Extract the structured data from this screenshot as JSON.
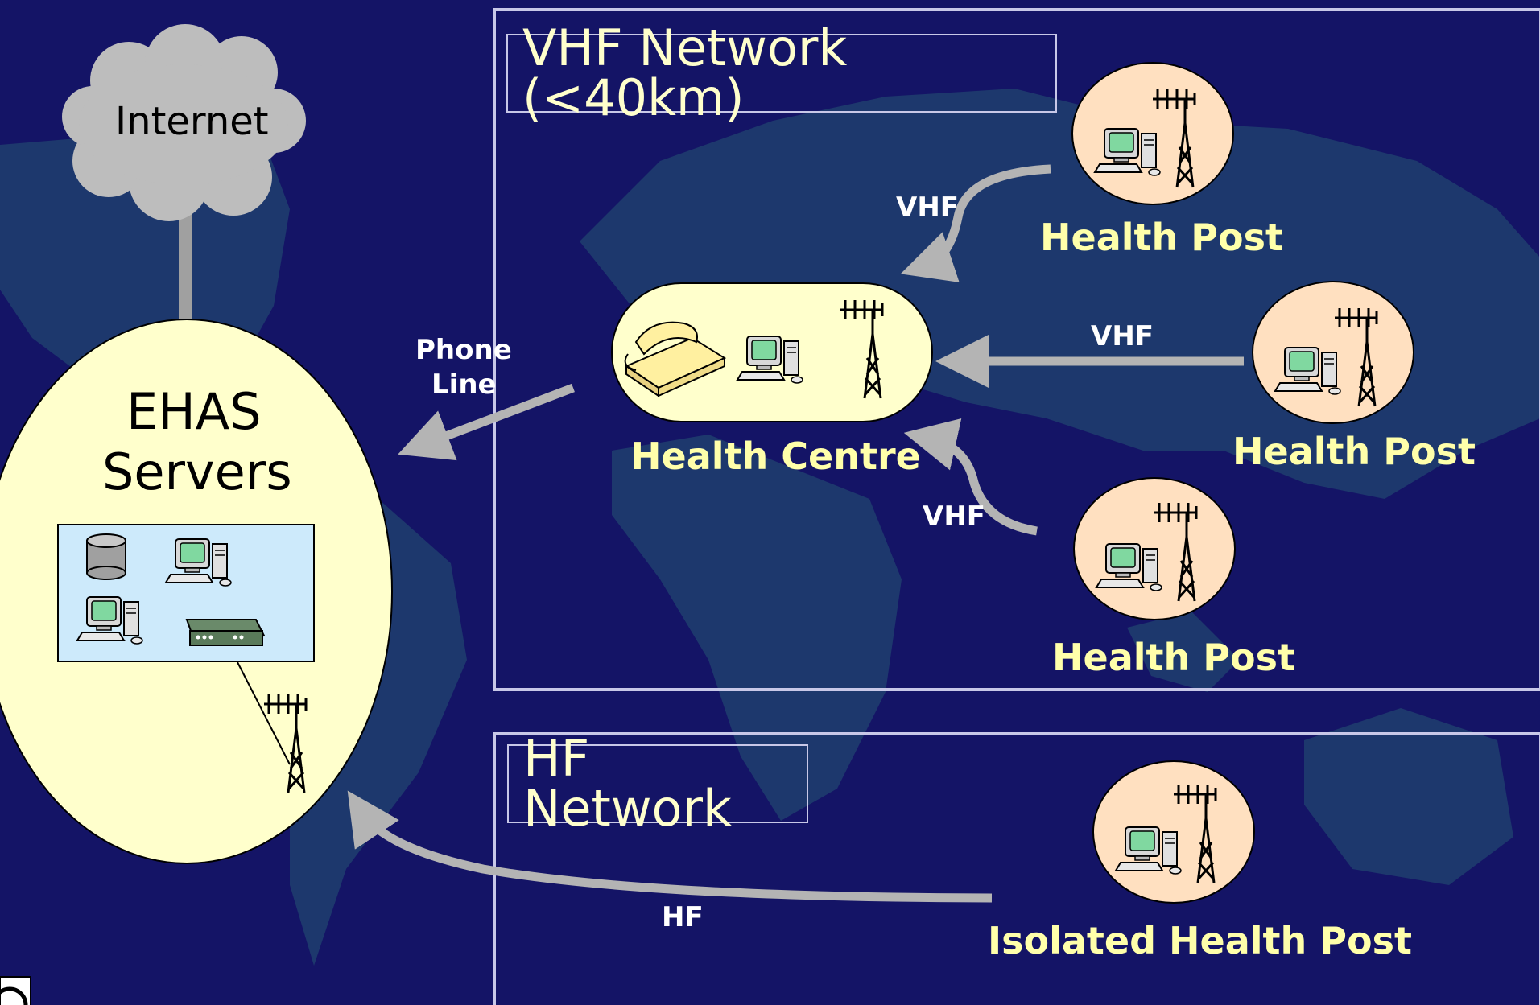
{
  "internet": {
    "label": "Internet"
  },
  "servers": {
    "label_line1": "EHAS",
    "label_line2": "Servers"
  },
  "vhf_network": {
    "title": "VHF Network (<40km)"
  },
  "hf_network": {
    "title": "HF Network"
  },
  "health_centre": {
    "label": "Health Centre"
  },
  "health_posts": [
    {
      "label": "Health Post"
    },
    {
      "label": "Health Post"
    },
    {
      "label": "Health Post"
    }
  ],
  "isolated_post": {
    "label": "Isolated Health Post"
  },
  "links": {
    "phone_line_1": "Phone",
    "phone_line_2": "Line",
    "vhf_top": "VHF",
    "vhf_mid": "VHF",
    "vhf_bottom": "VHF",
    "hf": "HF"
  },
  "colors": {
    "background": "#141466",
    "map": "#1e3a6e",
    "node_fill": "#ffffcc",
    "post_fill": "#ffe0c0",
    "arrow": "#b4b4b4",
    "label": "#ffffaa"
  }
}
